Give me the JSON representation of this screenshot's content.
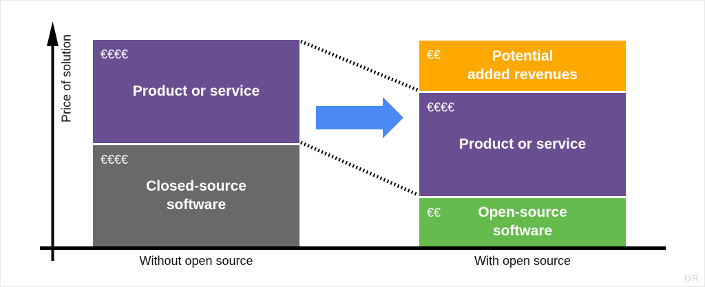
{
  "figure": {
    "y_axis_label": "Price of solution",
    "watermark": "DR"
  },
  "arrow": {
    "color": "#4A89F3"
  },
  "left_stack": {
    "x_label": "Without open source",
    "blocks": [
      {
        "price": "€€€€",
        "name": "Product or service",
        "color": "#6A4E92"
      },
      {
        "price": "€€€€",
        "name": "Closed-source\nsoftware",
        "color": "#696969"
      }
    ]
  },
  "right_stack": {
    "x_label": "With open source",
    "blocks": [
      {
        "price": "€€",
        "name": "Potential\nadded revenues",
        "color": "#FFA800"
      },
      {
        "price": "€€€€",
        "name": "Product or service",
        "color": "#6A4E92"
      },
      {
        "price": "€€",
        "name": "Open-source\nsoftware",
        "color": "#65BB4D"
      }
    ]
  }
}
